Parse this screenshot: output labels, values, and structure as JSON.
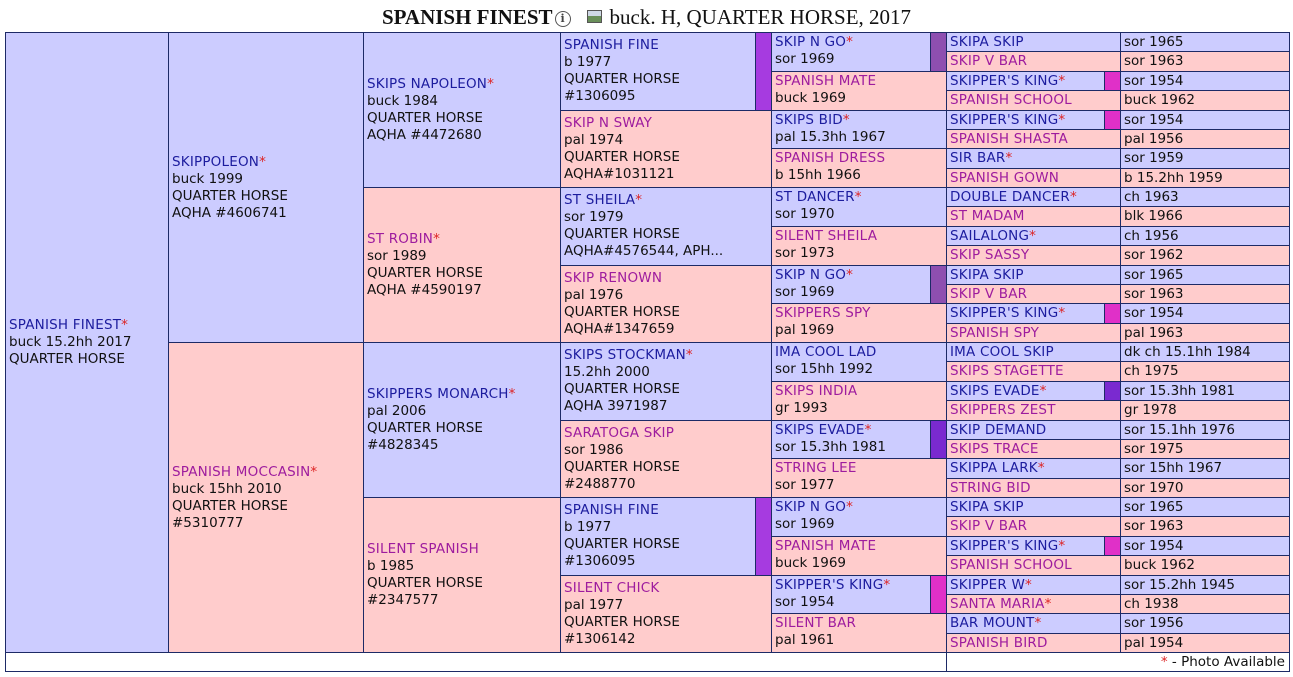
{
  "title": {
    "horse_name": "SPANISH FINEST",
    "info_icon": "info-icon",
    "photo_icon": "photo-icon",
    "summary": "buck. H, QUARTER HORSE, 2017"
  },
  "footer": {
    "star": "*",
    "text": " - Photo Available"
  },
  "colors": {
    "male": "#ccccff",
    "female": "#ffcccc",
    "star": "#dd2222",
    "link_male": "#1c1c9e",
    "link_female": "#9e1c9e"
  },
  "gen1": {
    "name": "SPANISH FINEST",
    "star": true,
    "lines": [
      "buck 15.2hh 2017",
      "QUARTER HORSE"
    ]
  },
  "gen2": [
    {
      "name": "SKIPPOLEON",
      "star": true,
      "lines": [
        "buck 1999",
        "QUARTER HORSE",
        "AQHA #4606741"
      ]
    },
    {
      "name": "SPANISH MOCCASIN",
      "star": true,
      "lines": [
        "buck 15hh 2010",
        "QUARTER HORSE",
        "#5310777"
      ]
    }
  ],
  "gen3": [
    {
      "name": "SKIPS NAPOLEON",
      "star": true,
      "lines": [
        "buck 1984",
        "QUARTER HORSE",
        "AQHA #4472680"
      ]
    },
    {
      "name": "ST ROBIN",
      "star": true,
      "lines": [
        "sor 1989",
        "QUARTER HORSE",
        "AQHA #4590197"
      ]
    },
    {
      "name": "SKIPPERS MONARCH",
      "star": true,
      "lines": [
        "pal 2006",
        "QUARTER HORSE",
        "#4828345"
      ]
    },
    {
      "name": "SILENT SPANISH",
      "star": false,
      "lines": [
        "b 1985",
        "QUARTER HORSE",
        "#2347577"
      ]
    }
  ],
  "gen4": [
    {
      "name": "SPANISH FINE",
      "star": false,
      "lines": [
        "b 1977",
        "QUARTER HORSE",
        "#1306095"
      ]
    },
    {
      "name": "SKIP N SWAY",
      "star": false,
      "lines": [
        "pal 1974",
        "QUARTER HORSE",
        "AQHA#1031121"
      ]
    },
    {
      "name": "ST SHEILA",
      "star": true,
      "lines": [
        "sor 1979",
        "QUARTER HORSE",
        "AQHA#4576544, APH..."
      ]
    },
    {
      "name": "SKIP RENOWN",
      "star": false,
      "lines": [
        "pal 1976",
        "QUARTER HORSE",
        "AQHA#1347659"
      ]
    },
    {
      "name": "SKIPS STOCKMAN",
      "star": true,
      "lines": [
        "15.2hh 2000",
        "QUARTER HORSE",
        "AQHA 3971987"
      ]
    },
    {
      "name": "SARATOGA SKIP",
      "star": false,
      "lines": [
        "sor 1986",
        "QUARTER HORSE",
        "#2488770"
      ]
    },
    {
      "name": "SPANISH FINE",
      "star": false,
      "lines": [
        "b 1977",
        "QUARTER HORSE",
        "#1306095"
      ]
    },
    {
      "name": "SILENT CHICK",
      "star": false,
      "lines": [
        "pal 1977",
        "QUARTER HORSE",
        "#1306142"
      ]
    }
  ],
  "gen5": [
    {
      "name": "SKIP N GO",
      "star": true,
      "info": "sor 1969"
    },
    {
      "name": "SPANISH MATE",
      "star": false,
      "info": "buck 1969"
    },
    {
      "name": "SKIPS BID",
      "star": true,
      "info": "pal 15.3hh 1967"
    },
    {
      "name": "SPANISH DRESS",
      "star": false,
      "info": "b 15hh 1966"
    },
    {
      "name": "ST DANCER",
      "star": true,
      "info": "sor 1970"
    },
    {
      "name": "SILENT SHEILA",
      "star": false,
      "info": "sor 1973"
    },
    {
      "name": "SKIP N GO",
      "star": true,
      "info": "sor 1969"
    },
    {
      "name": "SKIPPERS SPY",
      "star": false,
      "info": "pal 1969"
    },
    {
      "name": "IMA COOL LAD",
      "star": false,
      "info": "sor 15hh 1992"
    },
    {
      "name": "SKIPS INDIA",
      "star": false,
      "info": "gr 1993"
    },
    {
      "name": "SKIPS EVADE",
      "star": true,
      "info": "sor 15.3hh 1981"
    },
    {
      "name": "STRING LEE",
      "star": false,
      "info": "sor 1977"
    },
    {
      "name": "SKIP N GO",
      "star": true,
      "info": "sor 1969"
    },
    {
      "name": "SPANISH MATE",
      "star": false,
      "info": "buck 1969"
    },
    {
      "name": "SKIPPER'S KING",
      "star": true,
      "info": "sor 1954"
    },
    {
      "name": "SILENT BAR",
      "star": false,
      "info": "pal 1961"
    }
  ],
  "gen6": [
    {
      "name": "SKIPA SKIP",
      "star": false,
      "info": "sor 1965"
    },
    {
      "name": "SKIP V BAR",
      "star": false,
      "info": "sor 1963"
    },
    {
      "name": "SKIPPER'S KING",
      "star": true,
      "info": "sor 1954"
    },
    {
      "name": "SPANISH SCHOOL",
      "star": false,
      "info": "buck 1962"
    },
    {
      "name": "SKIPPER'S KING",
      "star": true,
      "info": "sor 1954"
    },
    {
      "name": "SPANISH SHASTA",
      "star": false,
      "info": "pal 1956"
    },
    {
      "name": "SIR BAR",
      "star": true,
      "info": "sor 1959"
    },
    {
      "name": "SPANISH GOWN",
      "star": false,
      "info": "b 15.2hh 1959"
    },
    {
      "name": "DOUBLE DANCER",
      "star": true,
      "info": "ch 1963"
    },
    {
      "name": "ST MADAM",
      "star": false,
      "info": "blk 1966"
    },
    {
      "name": "SAILALONG",
      "star": true,
      "info": "ch 1956"
    },
    {
      "name": "SKIP SASSY",
      "star": false,
      "info": "sor 1962"
    },
    {
      "name": "SKIPA SKIP",
      "star": false,
      "info": "sor 1965"
    },
    {
      "name": "SKIP V BAR",
      "star": false,
      "info": "sor 1963"
    },
    {
      "name": "SKIPPER'S KING",
      "star": true,
      "info": "sor 1954"
    },
    {
      "name": "SPANISH SPY",
      "star": false,
      "info": "pal 1963"
    },
    {
      "name": "IMA COOL SKIP",
      "star": false,
      "info": "dk ch 15.1hh 1984"
    },
    {
      "name": "SKIPS STAGETTE",
      "star": false,
      "info": "ch 1975"
    },
    {
      "name": "SKIPS EVADE",
      "star": true,
      "info": "sor 15.3hh 1981"
    },
    {
      "name": "SKIPPERS ZEST",
      "star": false,
      "info": "gr 1978"
    },
    {
      "name": "SKIP DEMAND",
      "star": false,
      "info": "sor 15.1hh 1976"
    },
    {
      "name": "SKIPS TRACE",
      "star": false,
      "info": "sor 1975"
    },
    {
      "name": "SKIPPA LARK",
      "star": true,
      "info": "sor 15hh 1967"
    },
    {
      "name": "STRING BID",
      "star": false,
      "info": "sor 1970"
    },
    {
      "name": "SKIPA SKIP",
      "star": false,
      "info": "sor 1965"
    },
    {
      "name": "SKIP V BAR",
      "star": false,
      "info": "sor 1963"
    },
    {
      "name": "SKIPPER'S KING",
      "star": true,
      "info": "sor 1954"
    },
    {
      "name": "SPANISH SCHOOL",
      "star": false,
      "info": "buck 1962"
    },
    {
      "name": "SKIPPER W",
      "star": true,
      "info": "sor 15.2hh 1945"
    },
    {
      "name": "SANTA MARIA",
      "star": true,
      "info": "ch 1938"
    },
    {
      "name": "BAR MOUNT",
      "star": true,
      "info": "sor 1956"
    },
    {
      "name": "SPANISH BIRD",
      "star": false,
      "info": "pal 1954"
    }
  ]
}
